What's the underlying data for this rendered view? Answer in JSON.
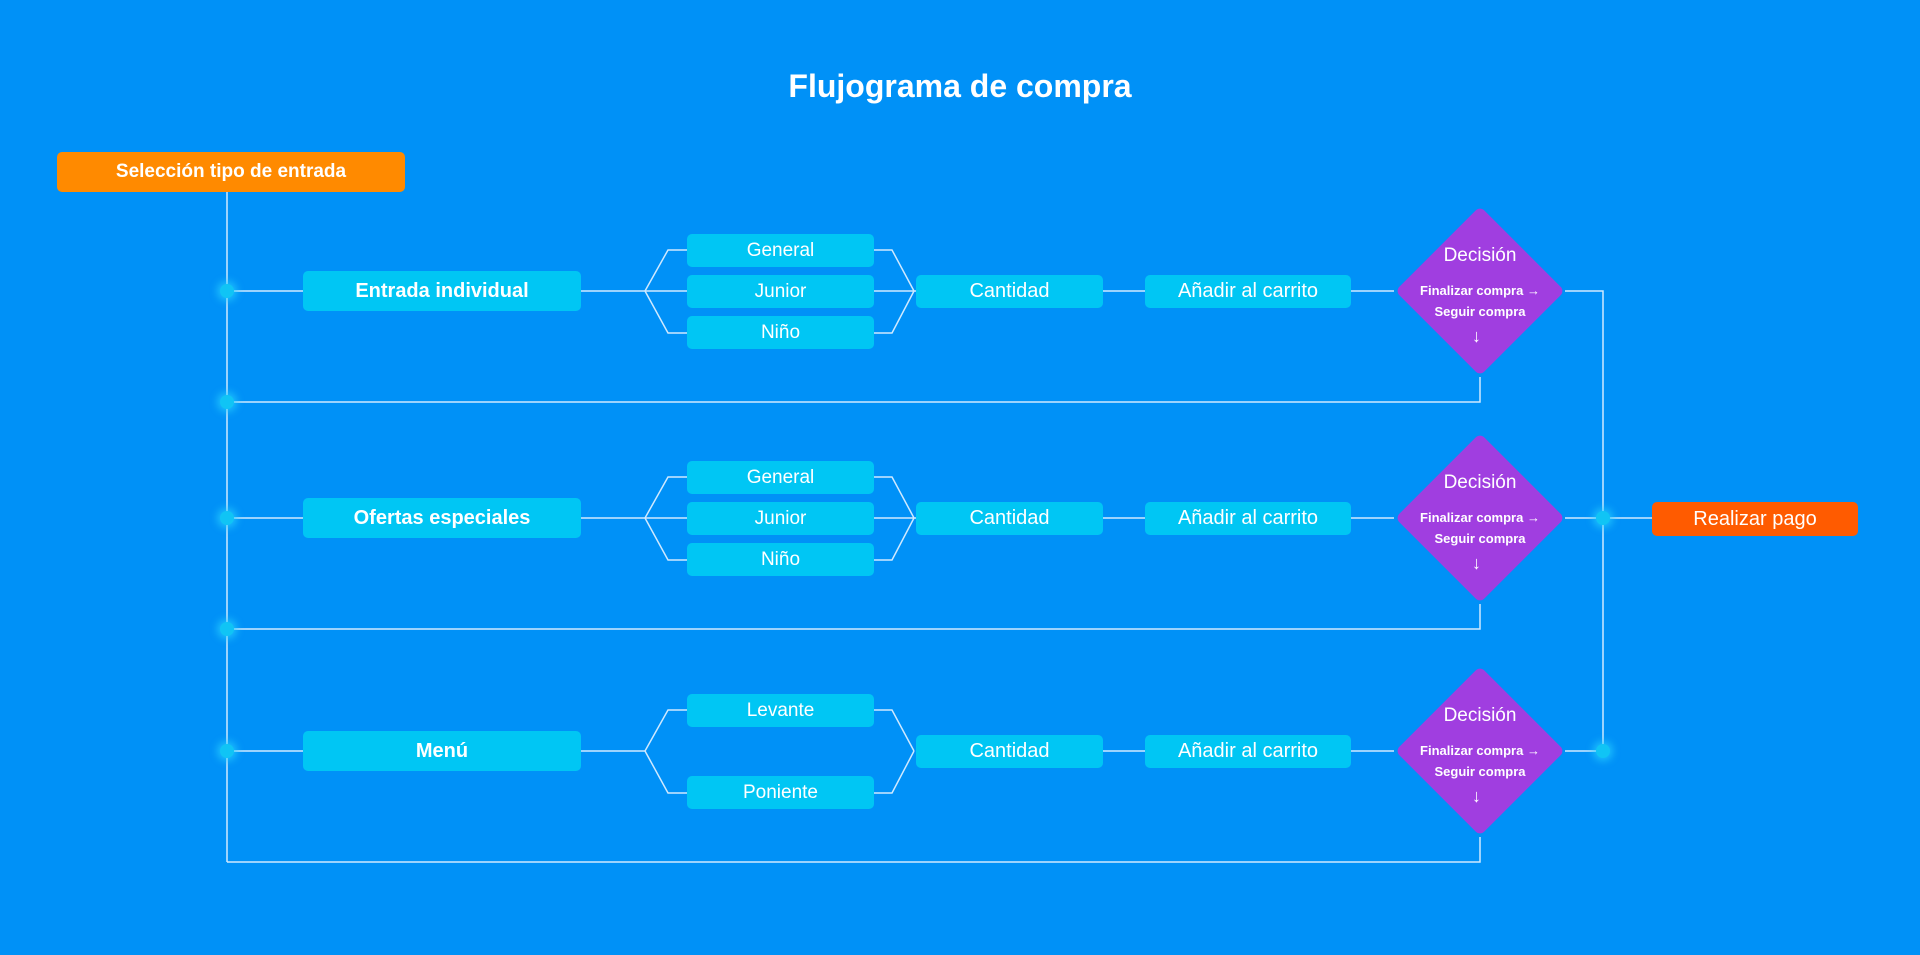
{
  "title": "Flujograma de compra",
  "start_label": "Selección tipo de entrada",
  "pay_label": "Realizar pago",
  "rows": [
    {
      "category": "Entrada individual",
      "options": [
        "General",
        "Junior",
        "Niño"
      ],
      "quantity": "Cantidad",
      "cart": "Añadir al carrito",
      "decision": {
        "title": "Decisión",
        "finalize": "Finalizar compra",
        "continue": "Seguir compra"
      }
    },
    {
      "category": "Ofertas especiales",
      "options": [
        "General",
        "Junior",
        "Niño"
      ],
      "quantity": "Cantidad",
      "cart": "Añadir al carrito",
      "decision": {
        "title": "Decisión",
        "finalize": "Finalizar compra",
        "continue": "Seguir compra"
      }
    },
    {
      "category": "Menú",
      "options": [
        "Levante",
        "Poniente"
      ],
      "quantity": "Cantidad",
      "cart": "Añadir al carrito",
      "decision": {
        "title": "Decisión",
        "finalize": "Finalizar compra",
        "continue": "Seguir compra"
      }
    }
  ],
  "colors": {
    "background": "#0091f7",
    "start": "#ff8a00",
    "pay": "#ff5b00",
    "node": "#00c6f4",
    "decision": "#a03ee0",
    "connector": "#cfe9ff"
  }
}
